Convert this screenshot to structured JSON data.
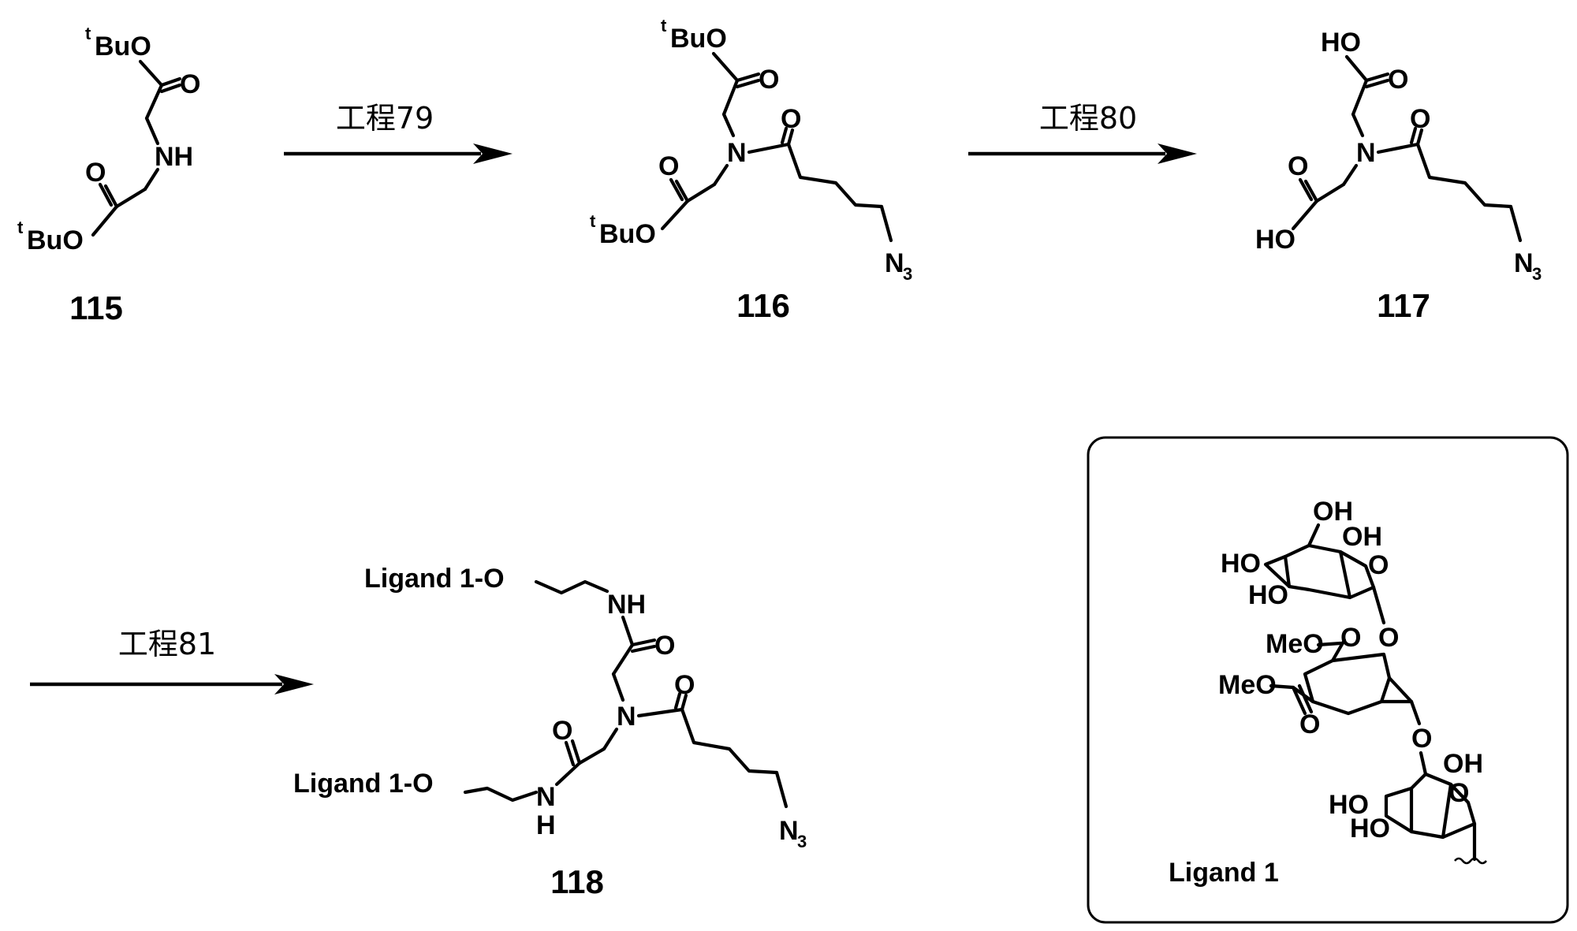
{
  "compounds": {
    "c115": "115",
    "c116": "116",
    "c117": "117",
    "c118": "118"
  },
  "steps": {
    "s79": "工程79",
    "s80": "工程80",
    "s81": "工程81"
  },
  "atoms": {
    "tBu_t": "t",
    "BuO": "BuO",
    "O": "O",
    "NH": "NH",
    "N": "N",
    "H": "H",
    "HO": "HO",
    "OH": "OH",
    "MeO": "MeO",
    "N3_main": "N",
    "N3_sub": "3",
    "ligand_O": "Ligand 1-O"
  },
  "ligand_box": {
    "label": "Ligand 1"
  }
}
